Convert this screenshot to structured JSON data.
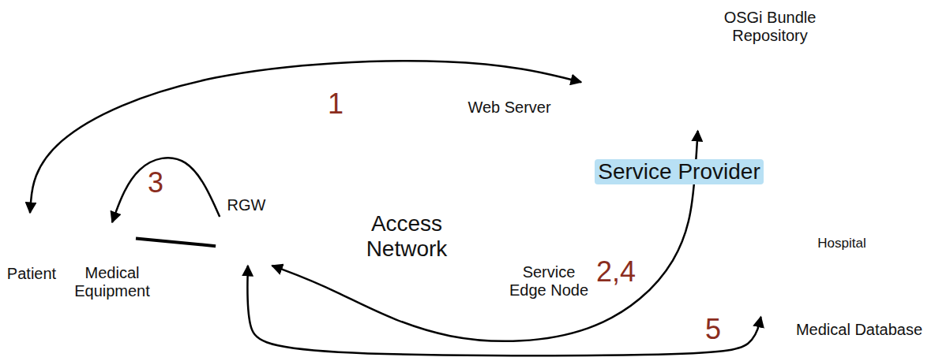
{
  "diagram": {
    "nodes": [
      {
        "text": [
          "Patient"
        ]
      },
      {
        "text": [
          "Medical Equipment"
        ]
      },
      {
        "text": [
          "RGW"
        ]
      },
      {
        "text": [
          "Access Network"
        ]
      },
      {
        "text": [
          "Service Edge Node"
        ]
      },
      {
        "text": [
          "Web Server"
        ]
      },
      {
        "text": [
          "OSGi Bundle Repository"
        ]
      },
      {
        "text": [
          "Service Provider"
        ]
      },
      {
        "text": [
          "Hospital"
        ]
      },
      {
        "text": [
          "Medical Database"
        ]
      }
    ],
    "edges": [
      {
        "from": 0,
        "to": 5,
        "arrow": "both",
        "label": "1"
      },
      {
        "from": 2,
        "to": 1,
        "arrow": "to",
        "label": "3"
      },
      {
        "from": 1,
        "to": 2,
        "arrow": "none"
      },
      {
        "from": 2,
        "to": 6,
        "arrow": "both",
        "label": "2,4"
      },
      {
        "from": 2,
        "to": 9,
        "arrow": "both",
        "label": "5"
      }
    ]
  }
}
